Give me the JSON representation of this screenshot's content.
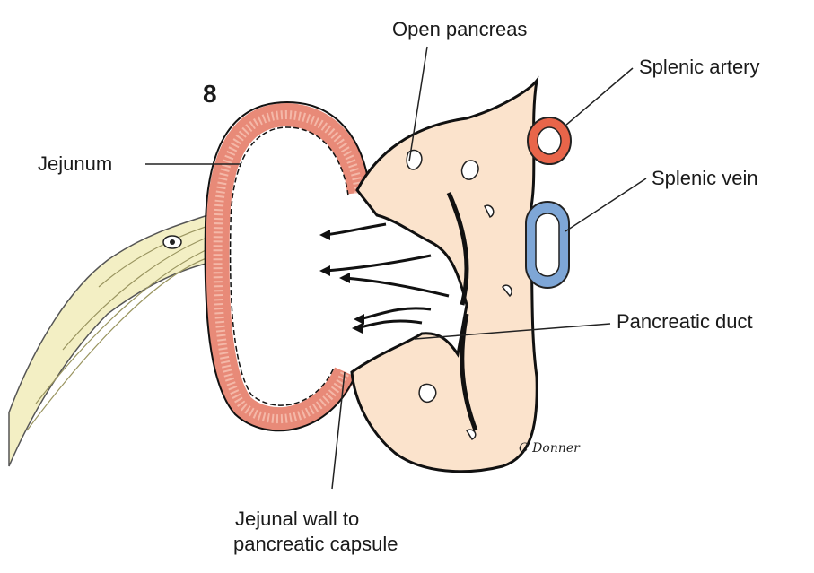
{
  "figure_number": "8",
  "labels": {
    "open_pancreas": "Open pancreas",
    "splenic_artery": "Splenic artery",
    "splenic_vein": "Splenic vein",
    "jejunum": "Jejunum",
    "pancreatic_duct": "Pancreatic duct",
    "jejunal_wall_line1": "Jejunal wall to",
    "jejunal_wall_line2": "pancreatic capsule"
  },
  "signature": "C Donner",
  "colors": {
    "jejunum_wall": "#e88a78",
    "jejunum_mucosa": "#f4b8a8",
    "splenic_artery": "#e8654a",
    "splenic_vein": "#7ea6d6",
    "pancreas_tissue": "#fbe3cc",
    "mesentery": "#f3efc4",
    "outline": "#111111"
  }
}
